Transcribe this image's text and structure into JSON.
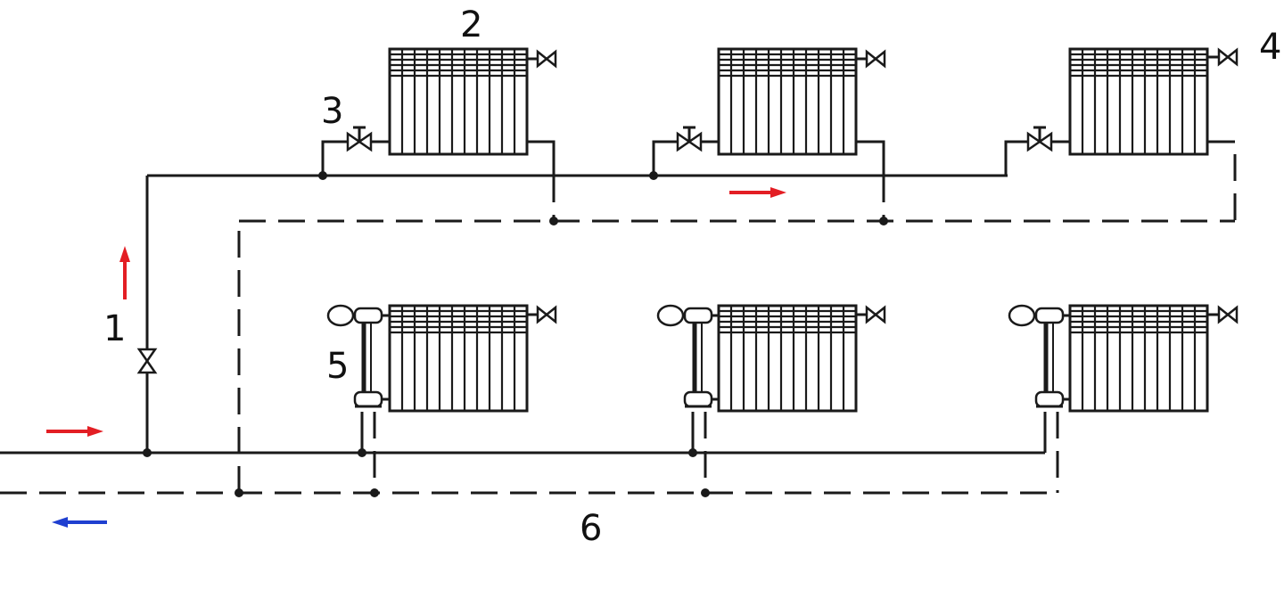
{
  "labels": {
    "supply_valve": "1",
    "radiator": "2",
    "control_valve": "3",
    "air_vent": "4",
    "bottom_valve_unit": "5",
    "return_line": "6"
  },
  "colors": {
    "supply_arrow": "#e31e24",
    "return_arrow": "#1f3fd0",
    "line": "#1a1a1a"
  },
  "icons": {
    "flow_arrow": "arrow-icon",
    "valve": "valve-icon",
    "thermo_head": "thermostatic-head-icon"
  }
}
